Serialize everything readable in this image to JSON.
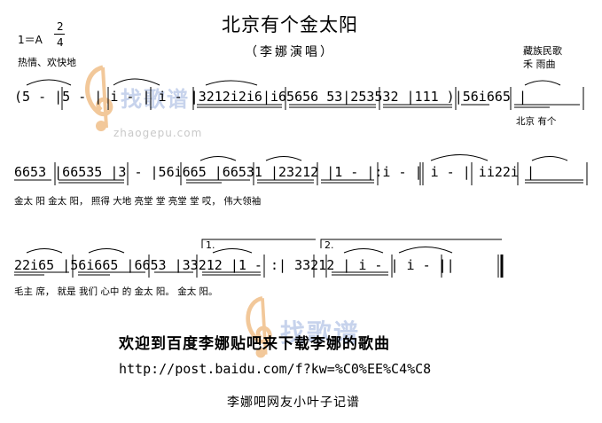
{
  "title": "北京有个金太阳",
  "subtitle": "（李娜演唱）",
  "key": {
    "signature": "1＝A",
    "time_top": "2",
    "time_bottom": "4",
    "tempo": "热情、欢快地"
  },
  "credits": {
    "lyrics": "藏族民歌",
    "music": "禾  雨曲"
  },
  "watermark": {
    "text": "找歌谱",
    "url": "zhaogepu.com"
  },
  "rows": [
    {
      "notes": "(5 - |5 - | i - | i - |3212i2i6|i65656 53|253532 |111 )|56i665 |",
      "lyrics": "北京  有个"
    },
    {
      "notes": "6653 |66535 |3 - |56i665 |66531 |23212 |1 - |:i - | i - | ii22i |",
      "lyrics": "金太  阳  金太        阳，   照得  大地    亮堂  堂     亮堂        堂          哎，          伟大领袖"
    },
    {
      "notes": "22i65 |56i665 |6653 |33212 |1 - :|  33212 | i - | i - ||",
      "lyrics": "毛主  席，  就是  我们    心中  的  金太        阳。        金太        阳。",
      "endings": [
        "1.",
        "2."
      ]
    }
  ],
  "promo": "欢迎到百度李娜贴吧来下载李娜的歌曲",
  "url": "http://post.baidu.com/f?kw=%C0%EE%C4%C8",
  "footer": "李娜吧网友小叶子记谱"
}
